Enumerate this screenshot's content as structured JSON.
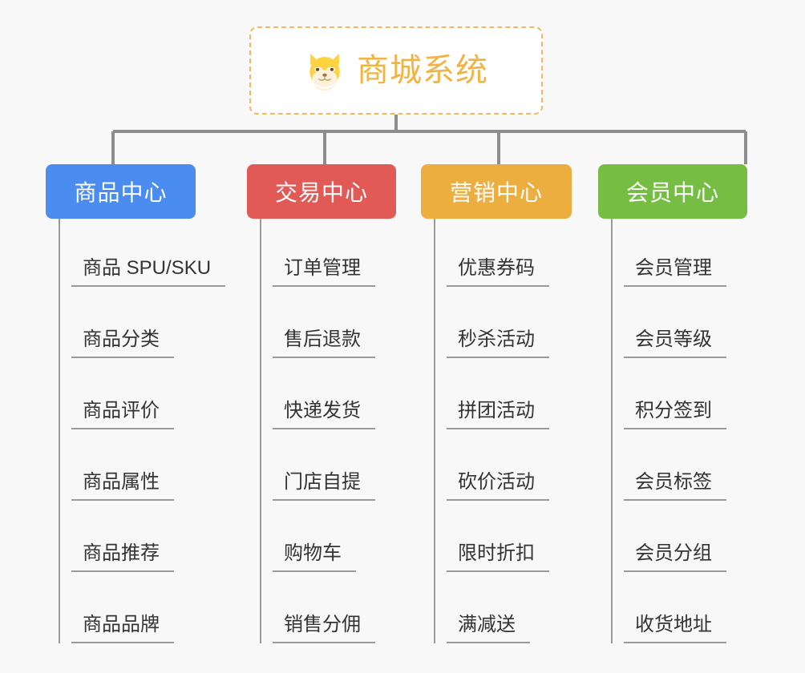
{
  "page": {
    "background_color": "#f8f8f8",
    "type": "mindmap"
  },
  "root": {
    "title": "商城系统",
    "icon": "shiba-dog-icon",
    "text_color": "#f0b445",
    "border_color": "#f0b860",
    "background_color": "#ffffff"
  },
  "connector_color": "#8c8c8c",
  "branches": [
    {
      "label": "商品中心",
      "color": "#4a8cf0",
      "items": [
        "商品 SPU/SKU",
        "商品分类",
        "商品评价",
        "商品属性",
        "商品推荐",
        "商品品牌"
      ]
    },
    {
      "label": "交易中心",
      "color": "#e15a56",
      "items": [
        "订单管理",
        "售后退款",
        "快递发货",
        "门店自提",
        "购物车",
        "销售分佣"
      ]
    },
    {
      "label": "营销中心",
      "color": "#ecae3f",
      "items": [
        "优惠券码",
        "秒杀活动",
        "拼团活动",
        "砍价活动",
        "限时折扣",
        "满减送"
      ]
    },
    {
      "label": "会员中心",
      "color": "#76be43",
      "items": [
        "会员管理",
        "会员等级",
        "积分签到",
        "会员标签",
        "会员分组",
        "收货地址"
      ]
    }
  ]
}
